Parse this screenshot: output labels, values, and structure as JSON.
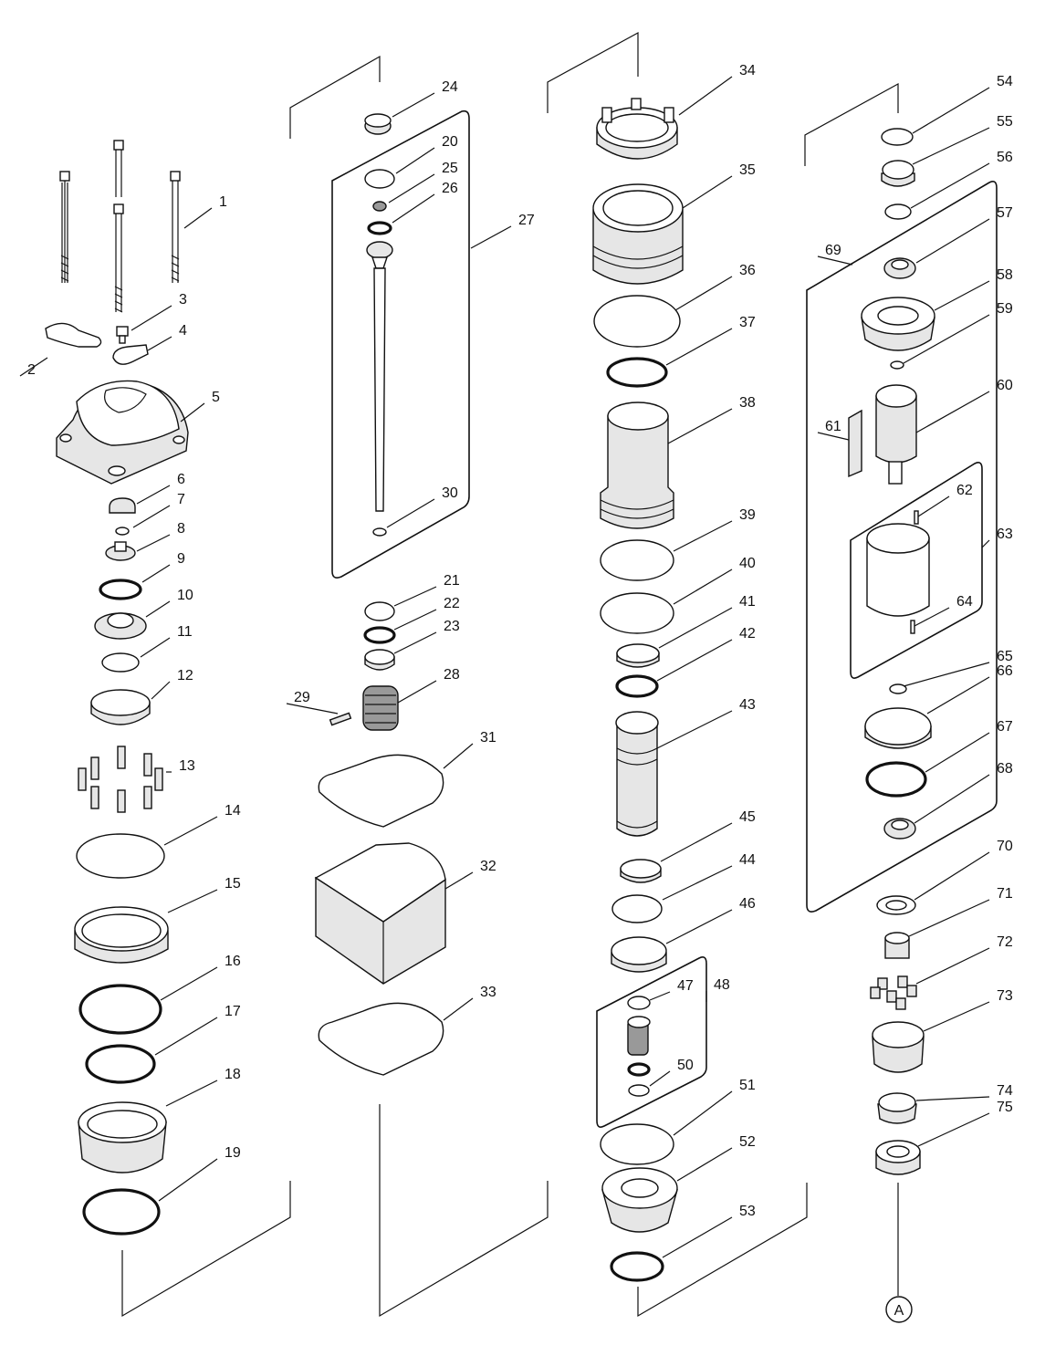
{
  "diagram": {
    "callouts": [
      {
        "label": "1"
      },
      {
        "label": "2"
      },
      {
        "label": "3"
      },
      {
        "label": "4"
      },
      {
        "label": "5"
      },
      {
        "label": "6"
      },
      {
        "label": "7"
      },
      {
        "label": "8"
      },
      {
        "label": "9"
      },
      {
        "label": "10"
      },
      {
        "label": "11"
      },
      {
        "label": "12"
      },
      {
        "label": "13"
      },
      {
        "label": "14"
      },
      {
        "label": "15"
      },
      {
        "label": "16"
      },
      {
        "label": "17"
      },
      {
        "label": "18"
      },
      {
        "label": "19"
      },
      {
        "label": "20"
      },
      {
        "label": "21"
      },
      {
        "label": "22"
      },
      {
        "label": "23"
      },
      {
        "label": "24"
      },
      {
        "label": "25"
      },
      {
        "label": "26"
      },
      {
        "label": "27"
      },
      {
        "label": "28"
      },
      {
        "label": "29"
      },
      {
        "label": "30"
      },
      {
        "label": "31"
      },
      {
        "label": "32"
      },
      {
        "label": "33"
      },
      {
        "label": "34"
      },
      {
        "label": "35"
      },
      {
        "label": "36"
      },
      {
        "label": "37"
      },
      {
        "label": "38"
      },
      {
        "label": "39"
      },
      {
        "label": "40"
      },
      {
        "label": "41"
      },
      {
        "label": "42"
      },
      {
        "label": "43"
      },
      {
        "label": "44"
      },
      {
        "label": "45"
      },
      {
        "label": "46"
      },
      {
        "label": "47"
      },
      {
        "label": "48"
      },
      {
        "label": "50"
      },
      {
        "label": "51"
      },
      {
        "label": "52"
      },
      {
        "label": "53"
      },
      {
        "label": "54"
      },
      {
        "label": "55"
      },
      {
        "label": "56"
      },
      {
        "label": "57"
      },
      {
        "label": "58"
      },
      {
        "label": "59"
      },
      {
        "label": "60"
      },
      {
        "label": "61"
      },
      {
        "label": "62"
      },
      {
        "label": "63"
      },
      {
        "label": "64"
      },
      {
        "label": "65"
      },
      {
        "label": "66"
      },
      {
        "label": "67"
      },
      {
        "label": "68"
      },
      {
        "label": "69"
      },
      {
        "label": "70"
      },
      {
        "label": "71"
      },
      {
        "label": "72"
      },
      {
        "label": "73"
      },
      {
        "label": "74"
      },
      {
        "label": "75"
      }
    ],
    "connector": {
      "label": "A"
    }
  }
}
